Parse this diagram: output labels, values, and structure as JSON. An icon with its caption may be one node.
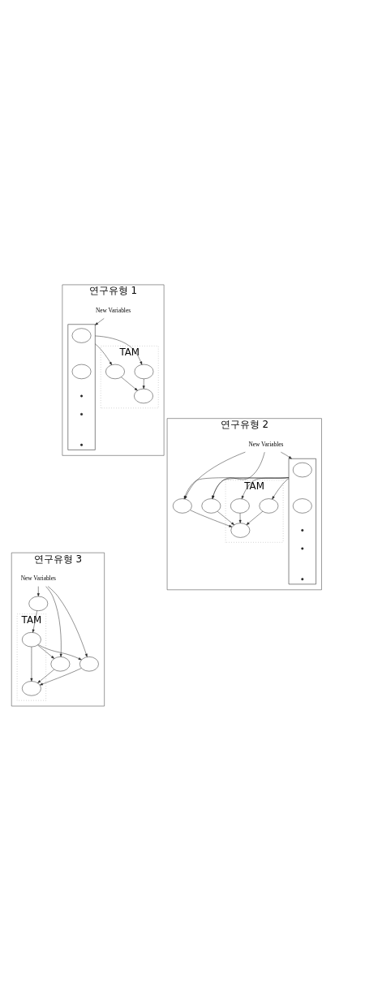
{
  "diagram": {
    "nodes": [
      {
        "text": [
          "연구유형 1"
        ]
      },
      {
        "text": [
          "New Variables"
        ],
        "in": 0
      },
      {
        "text": [],
        "shape": "box",
        "in": 0
      },
      {
        "text": [],
        "shape": "ellipse",
        "in": 2
      },
      {
        "text": [],
        "shape": "ellipse",
        "in": 2
      },
      {
        "text": [
          "TAM"
        ],
        "in": 0
      },
      {
        "text": [],
        "shape": "ellipse",
        "in": 5
      },
      {
        "text": [],
        "shape": "ellipse",
        "in": 5
      },
      {
        "text": [],
        "shape": "ellipse",
        "in": 5
      },
      {
        "text": [
          "연구유형 2"
        ]
      },
      {
        "text": [
          "New Variables"
        ],
        "in": 9
      },
      {
        "text": [],
        "shape": "box",
        "in": 9
      },
      {
        "text": [],
        "shape": "ellipse",
        "in": 11
      },
      {
        "text": [],
        "shape": "ellipse",
        "in": 11
      },
      {
        "text": [],
        "shape": "ellipse",
        "in": 9
      },
      {
        "text": [
          "TAM"
        ],
        "in": 9
      },
      {
        "text": [],
        "shape": "ellipse",
        "in": 15
      },
      {
        "text": [],
        "shape": "ellipse",
        "in": 15
      },
      {
        "text": [],
        "shape": "ellipse",
        "in": 15
      },
      {
        "text": [],
        "shape": "ellipse",
        "in": 9
      },
      {
        "text": [
          "연구유형 3"
        ]
      },
      {
        "text": [
          "New Variables"
        ],
        "in": 20
      },
      {
        "text": [],
        "shape": "ellipse",
        "in": 20
      },
      {
        "text": [],
        "shape": "ellipse",
        "in": 20
      },
      {
        "text": [
          "TAM"
        ],
        "in": 20
      },
      {
        "text": [],
        "shape": "ellipse",
        "in": 24
      },
      {
        "text": [],
        "shape": "ellipse",
        "in": 24
      },
      {
        "text": [],
        "shape": "ellipse",
        "in": 20
      }
    ],
    "edges": [
      {
        "from": 1,
        "to": 2,
        "arrow": "to"
      },
      {
        "from": 2,
        "to": 6,
        "arrow": "to"
      },
      {
        "from": 2,
        "to": 7,
        "arrow": "to"
      },
      {
        "from": 6,
        "to": 8,
        "arrow": "to"
      },
      {
        "from": 7,
        "to": 8,
        "arrow": "to"
      },
      {
        "from": 10,
        "to": 14,
        "arrow": "to"
      },
      {
        "from": 10,
        "to": 11,
        "arrow": "to"
      },
      {
        "from": 10,
        "to": 19,
        "arrow": "to"
      },
      {
        "from": 11,
        "to": 14,
        "arrow": "to"
      },
      {
        "from": 11,
        "to": 16,
        "arrow": "to"
      },
      {
        "from": 11,
        "to": 17,
        "arrow": "to"
      },
      {
        "from": 11,
        "to": 19,
        "arrow": "to"
      },
      {
        "from": 14,
        "to": 18,
        "arrow": "to"
      },
      {
        "from": 16,
        "to": 18,
        "arrow": "to"
      },
      {
        "from": 17,
        "to": 18,
        "arrow": "to"
      },
      {
        "from": 19,
        "to": 18,
        "arrow": "to"
      },
      {
        "from": 21,
        "to": 22,
        "arrow": "to"
      },
      {
        "from": 21,
        "to": 23,
        "arrow": "to"
      },
      {
        "from": 21,
        "to": 27,
        "arrow": "to"
      },
      {
        "from": 23,
        "to": 25,
        "arrow": "to"
      },
      {
        "from": 25,
        "to": 22,
        "arrow": "to"
      },
      {
        "from": 22,
        "to": 26,
        "arrow": "to"
      },
      {
        "from": 25,
        "to": 26,
        "arrow": "to"
      },
      {
        "from": 25,
        "to": 27,
        "arrow": "to"
      },
      {
        "from": 27,
        "to": 26,
        "arrow": "to"
      }
    ]
  }
}
